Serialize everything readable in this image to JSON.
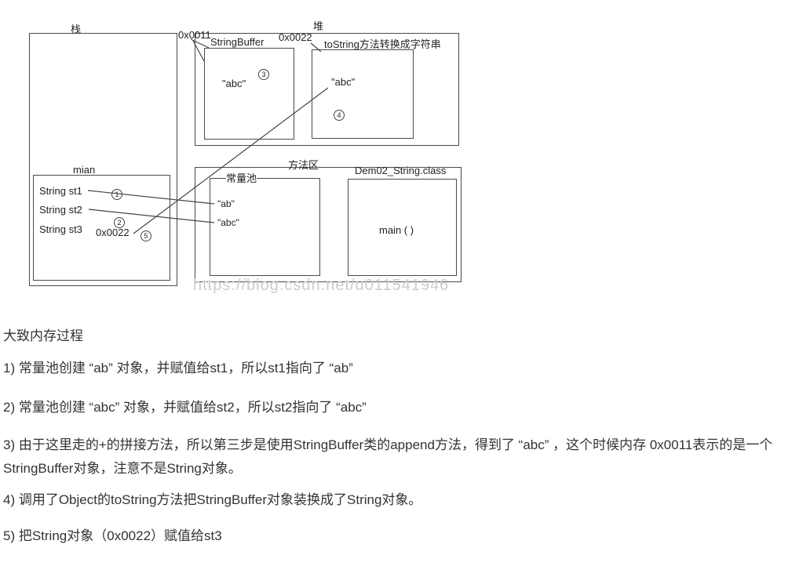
{
  "page": {
    "background": "#ffffff",
    "text_color": "#333333",
    "line_color": "#444444",
    "watermark_color": "#cccccc"
  },
  "diagram": {
    "stack": {
      "label": "栈",
      "frame_label": "mian",
      "vars": [
        "String st1",
        "String st2",
        "String st3"
      ],
      "address": "0x0022",
      "marks": {
        "step1": "1",
        "step2": "2",
        "step5": "5"
      }
    },
    "heap": {
      "label": "堆",
      "stringbuffer": {
        "address": "0x0011",
        "label": "StringBuffer",
        "value": "\"abc\"",
        "mark": "3"
      },
      "tostring": {
        "address": "0x0022",
        "label": "toString方法转换成字符串",
        "value": "\"abc\"",
        "mark": "4"
      }
    },
    "method_area": {
      "label": "方法区",
      "constant_pool": {
        "label": "常量池",
        "values": [
          "\"ab\"",
          "\"abc\""
        ]
      },
      "class_box": {
        "label": "Dem02_String.class",
        "content": "main ( )"
      }
    },
    "watermark": "https://blog.csdn.net/u011541946"
  },
  "notes": {
    "title": "大致内存过程",
    "items": [
      "1) 常量池创建 “ab” 对象，并赋值给st1，所以st1指向了 “ab”",
      "2) 常量池创建 “abc” 对象，并赋值给st2，所以st2指向了 “abc”",
      "3) 由于这里走的+的拼接方法，所以第三步是使用StringBuffer类的append方法，得到了 “abc” ，这个时候内存 0x0011表示的是一个StringBuffer对象，注意不是String对象。",
      "4) 调用了Object的toString方法把StringBuffer对象装换成了String对象。",
      "5) 把String对象（0x0022）赋值给st3"
    ]
  }
}
